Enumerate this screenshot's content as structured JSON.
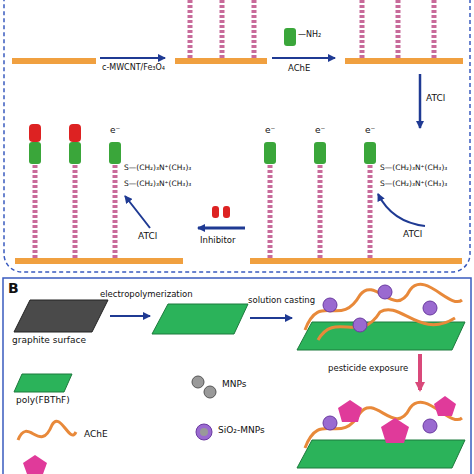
{
  "diagram": {
    "labels": [
      "c-MWCNT/Fe₃O₄",
      "—NH₂",
      "AChE",
      "ATCl",
      "e⁻",
      "e⁻",
      "e⁻",
      "S—(CH₂)₃N⁺(CH₃)₃",
      "S—(CH₂)₃N⁺(CH₃)₃",
      "ATCl",
      "Inhibitor",
      "e⁻",
      "S—(CH₂)₃N⁺(CH₃)₃",
      "S—(CH₂)₃N⁺(CH₃)₃",
      "ATCl",
      "B",
      "graphite surface",
      "electropolymerization",
      "solution casting",
      "pesticide exposure"
    ],
    "legend": [
      {
        "text": "poly(FBThF)"
      },
      {
        "text": "MNPs"
      },
      {
        "text": "AChE"
      },
      {
        "text": "SiO₂-MNPs"
      }
    ]
  }
}
